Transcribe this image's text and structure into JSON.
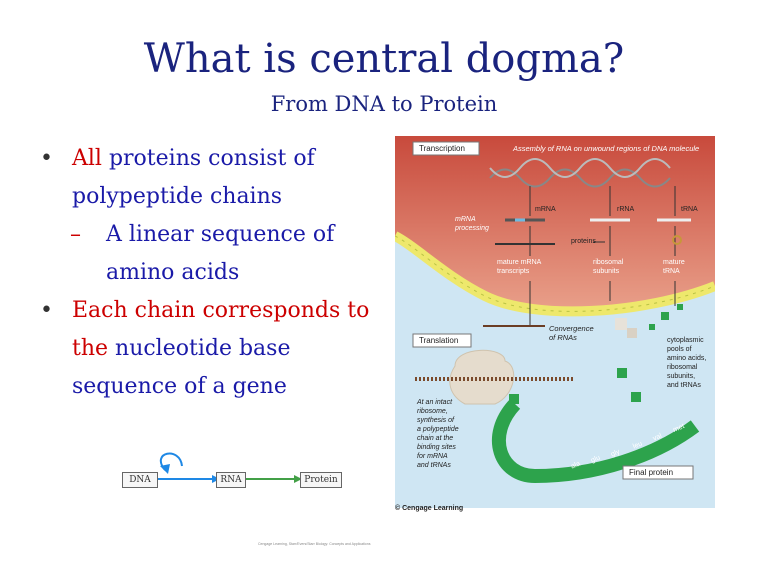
{
  "slide": {
    "title": "What is central dogma?",
    "subtitle": "From DNA to Protein"
  },
  "bullets": [
    {
      "prefix": "All",
      "rest": " proteins consist of polypeptide chains"
    },
    {
      "prefix": "Each chain corresponds to the",
      "rest": " nucleotide base sequence of a gene"
    }
  ],
  "subbullet": "A linear sequence of amino acids",
  "dogma": {
    "dna": "DNA",
    "rna": "RNA",
    "protein": "Protein"
  },
  "figure": {
    "transcription_label": "Transcription",
    "assembly_text": "Assembly of RNA on unwound regions of DNA molecule",
    "mrna": "mRNA",
    "rrna": "rRNA",
    "trna": "tRNA",
    "mrna_processing_1": "mRNA",
    "mrna_processing_2": "processing",
    "proteins": "proteins",
    "mature_mrna_1": "mature mRNA",
    "mature_mrna_2": "transcripts",
    "ribosomal_1": "ribosomal",
    "ribosomal_2": "subunits",
    "mature_trna_1": "mature",
    "mature_trna_2": "tRNA",
    "convergence_1": "Convergence",
    "convergence_2": "of RNAs",
    "translation_label": "Translation",
    "pools_lines": [
      "cytoplasmic",
      "pools of",
      "amino acids,",
      "ribosomal",
      "subunits,",
      "and tRNAs"
    ],
    "intact_lines": [
      "At an intact",
      "ribosome,",
      "synthesis of",
      "a polypeptide",
      "chain at the",
      "binding sites",
      "for mRNA",
      "and tRNAs"
    ],
    "amino_acids": [
      "met",
      "val",
      "leu",
      "gly",
      "glu",
      "ala"
    ],
    "final_protein": "Final protein",
    "credit": "© Cengage Learning"
  },
  "footnote": "Cengage Learning, Starr/Evers/Starr Biology: Concepts and Applications"
}
